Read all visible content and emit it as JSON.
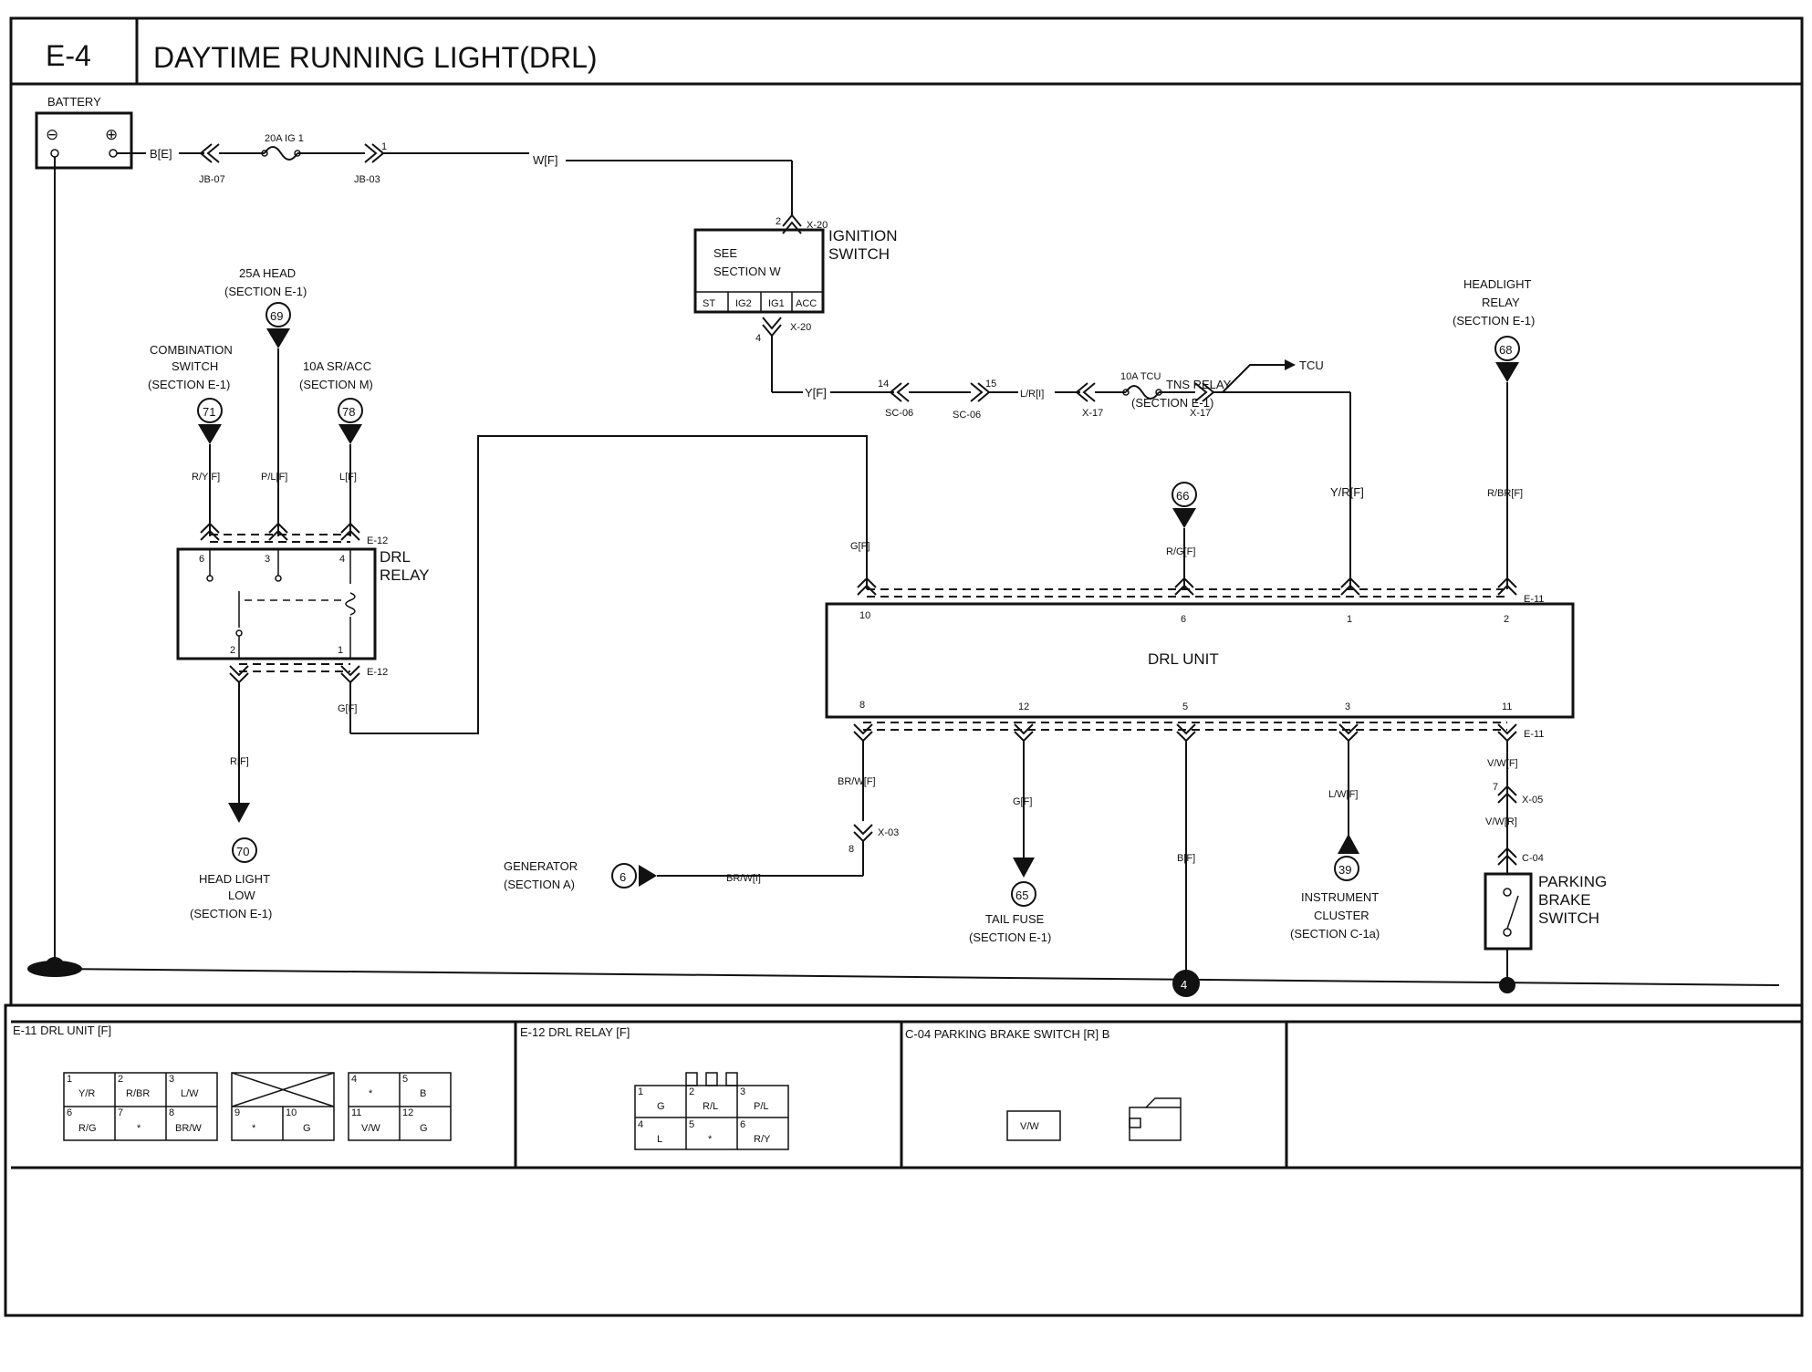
{
  "header": {
    "code": "E-4",
    "title": "DAYTIME RUNNING LIGHT(DRL)"
  },
  "battery": {
    "label": "BATTERY",
    "neg_symbol": "⊖",
    "pos_symbol": "⊕",
    "wire": "B[E]"
  },
  "top_line": {
    "fuse": "20A IG 1",
    "jb_left": "JB-07",
    "jb_right": "JB-03",
    "pin": "1",
    "wire": "W[F]"
  },
  "ignition": {
    "box_line1": "SEE",
    "box_line2": "SECTION W",
    "label_line1": "IGNITION",
    "label_line2": "SWITCH",
    "pins": [
      "ST",
      "IG2",
      "IG1",
      "ACC"
    ],
    "pin_top": "2",
    "conn_top": "X-20",
    "pin_bottom": "4",
    "conn_bottom": "X-20"
  },
  "mid_line": {
    "wire_y": "Y[F]",
    "pin14": "14",
    "pin15": "15",
    "sc_left": "SC-06",
    "sc_right": "SC-06",
    "wire_lr": "L/R[I]",
    "fuse": "10A TCU",
    "x_left": "X-17",
    "x_right": "X-17",
    "tcu": "TCU"
  },
  "refs": {
    "head25": {
      "line1": "25A HEAD",
      "line2": "(SECTION E-1)",
      "num": "69"
    },
    "combo": {
      "line1": "COMBINATION",
      "line2": "SWITCH",
      "line3": "(SECTION E-1)",
      "num": "71"
    },
    "sracc": {
      "line1": "10A SR/ACC",
      "line2": "(SECTION M)",
      "num": "78"
    },
    "tns": {
      "line1": "TNS RELAY",
      "line2": "(SECTION E-1)",
      "num": "66"
    },
    "hlrelay": {
      "line1": "HEADLIGHT",
      "line2": "RELAY",
      "line3": "(SECTION E-1)",
      "num": "68"
    },
    "headlow": {
      "line1": "HEAD LIGHT",
      "line2": "LOW",
      "line3": "(SECTION E-1)",
      "num": "70"
    },
    "generator": {
      "line1": "GENERATOR",
      "line2": "(SECTION A)",
      "num": "6"
    },
    "tailfuse": {
      "line1": "TAIL FUSE",
      "line2": "(SECTION E-1)",
      "num": "65"
    },
    "cluster": {
      "line1": "INSTRUMENT",
      "line2": "CLUSTER",
      "line3": "(SECTION C-1a)",
      "num": "39"
    },
    "ground": {
      "num": "4"
    }
  },
  "drl_relay": {
    "label_line1": "DRL",
    "label_line2": "RELAY",
    "conn_top": "E-12",
    "conn_bottom": "E-12",
    "pins_top": [
      "6",
      "3",
      "4"
    ],
    "pins_bottom": [
      "2",
      "1"
    ],
    "wires_top": [
      "R/Y[F]",
      "P/L[F]",
      "L[F]"
    ],
    "wire_out_left": "R[F]",
    "wire_out_right": "G[F]"
  },
  "drl_unit": {
    "label": "DRL UNIT",
    "conn_top": "E-11",
    "conn_bottom": "E-11",
    "pins_top": [
      "10",
      "6",
      "1",
      "2"
    ],
    "pins_bottom": [
      "8",
      "12",
      "5",
      "3",
      "11"
    ],
    "wires_top": [
      "G[F]",
      "R/G[F]",
      "Y/R[F]",
      "R/BR[F]"
    ],
    "wires_bottom": [
      "BR/W[F]",
      "G[F]",
      "B[F]",
      "L/W[F]",
      "V/W[F]"
    ]
  },
  "lower": {
    "x03": "X-03",
    "pin_x03": "8",
    "wire_brw_i": "BR/W[I]",
    "x05": "X-05",
    "pin_x05": "7",
    "wire_vwr": "V/W[R]",
    "c04": "C-04"
  },
  "parking": {
    "line1": "PARKING",
    "line2": "BRAKE",
    "line3": "SWITCH"
  },
  "connectors": {
    "e11": {
      "title": "E-11 DRL UNIT [F]",
      "row1": [
        [
          "1",
          "Y/R"
        ],
        [
          "2",
          "R/BR"
        ],
        [
          "3",
          "L/W"
        ]
      ],
      "row2": [
        [
          "6",
          "R/G"
        ],
        [
          "7",
          "*"
        ],
        [
          "8",
          "BR/W"
        ]
      ],
      "mid_row2": [
        [
          "9",
          "*"
        ],
        [
          "10",
          "G"
        ]
      ],
      "right_row1": [
        [
          "4",
          "*"
        ],
        [
          "5",
          "B"
        ]
      ],
      "right_row2": [
        [
          "11",
          "V/W"
        ],
        [
          "12",
          "G"
        ]
      ]
    },
    "e12": {
      "title": "E-12 DRL RELAY [F]",
      "row1": [
        [
          "1",
          "G"
        ],
        [
          "2",
          "R/L"
        ],
        [
          "3",
          "P/L"
        ]
      ],
      "row2": [
        [
          "4",
          "L"
        ],
        [
          "5",
          "*"
        ],
        [
          "6",
          "R/Y"
        ]
      ]
    },
    "c04": {
      "title": "C-04 PARKING BRAKE SWITCH [R] B",
      "pin_label": "V/W"
    }
  },
  "icons": [
    "battery-icon",
    "fuse-icon",
    "ground-icon",
    "switch-icon",
    "relay-coil-icon"
  ]
}
